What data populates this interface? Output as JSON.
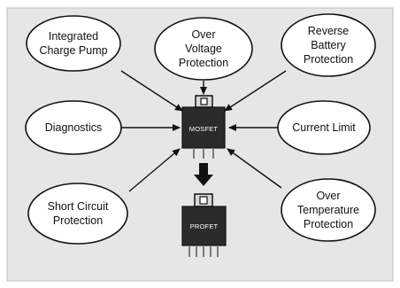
{
  "colors": {
    "panel_background": "#e6e6e6",
    "panel_border": "#bdbdbd",
    "ellipse_fill": "#ffffff",
    "outline": "#111111",
    "chip_body": "#2b2b2b",
    "chip_tab": "#d9d9d9",
    "arrow": "#111111",
    "chip_text": "#ffffff"
  },
  "features": [
    {
      "id": "integrated-charge-pump",
      "lines": [
        "Integrated",
        "Charge Pump"
      ]
    },
    {
      "id": "over-voltage-protection",
      "lines": [
        "Over",
        "Voltage",
        "Protection"
      ]
    },
    {
      "id": "reverse-battery-protection",
      "lines": [
        "Reverse",
        "Battery",
        "Protection"
      ]
    },
    {
      "id": "diagnostics",
      "lines": [
        "Diagnostics"
      ]
    },
    {
      "id": "current-limit",
      "lines": [
        "Current Limit"
      ]
    },
    {
      "id": "short-circuit-protection",
      "lines": [
        "Short Circuit",
        "Protection"
      ]
    },
    {
      "id": "over-temperature-protection",
      "lines": [
        "Over",
        "Temperature",
        "Protection"
      ]
    }
  ],
  "chips": {
    "top_label": "MOSFET",
    "bottom_label": "PROFET"
  },
  "flow": {
    "inputs_target": "MOSFET",
    "result": "PROFET"
  }
}
